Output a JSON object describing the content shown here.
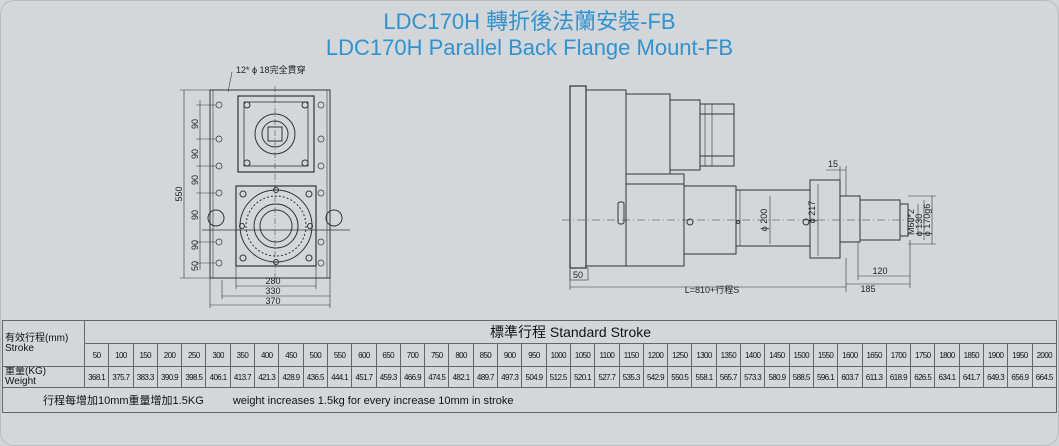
{
  "header": {
    "title_zh": "LDC170H 轉折後法蘭安裝-FB",
    "title_en": "LDC170H Parallel Back Flange Mount-FB"
  },
  "front_view": {
    "hole_note": "12* ϕ 18完全貫穿",
    "dim_vertical_total": "550",
    "dim_verticals": [
      "90",
      "90",
      "90",
      "90",
      "90",
      "50"
    ],
    "dim_horizontals": [
      "280",
      "330",
      "370"
    ]
  },
  "side_view": {
    "dim_15": "15",
    "dim_50": "50",
    "length_label": "L=810+行程S",
    "dia_200": "ϕ 200",
    "dia_217": "ϕ 217",
    "thread": "M60*2",
    "dia_130": "ϕ 130",
    "dia_170": "ϕ 170g6",
    "dim_120": "120",
    "dim_185": "185"
  },
  "table": {
    "stroke_label_zh": "有效行程(mm)",
    "stroke_label_en": "Stroke",
    "weight_label_zh": "重量(KG)",
    "weight_label_en": "Weight",
    "header": "標準行程 Standard Stroke",
    "strokes": [
      "50",
      "100",
      "150",
      "200",
      "250",
      "300",
      "350",
      "400",
      "450",
      "500",
      "550",
      "600",
      "650",
      "700",
      "750",
      "800",
      "850",
      "900",
      "950",
      "1000",
      "1050",
      "1100",
      "1150",
      "1200",
      "1250",
      "1300",
      "1350",
      "1400",
      "1450",
      "1500",
      "1550",
      "1600",
      "1650",
      "1700",
      "1750",
      "1800",
      "1850",
      "1900",
      "1950",
      "2000"
    ],
    "weights": [
      "368.1",
      "375.7",
      "383.3",
      "390.9",
      "398.5",
      "406.1",
      "413.7",
      "421.3",
      "428.9",
      "436.5",
      "444.1",
      "451.7",
      "459.3",
      "466.9",
      "474.5",
      "482.1",
      "489.7",
      "497.3",
      "504.9",
      "512.5",
      "520.1",
      "527.7",
      "535.3",
      "542.9",
      "550.5",
      "558.1",
      "565.7",
      "573.3",
      "580.9",
      "588.5",
      "596.1",
      "603.7",
      "611.3",
      "618.9",
      "626.5",
      "634.1",
      "641.7",
      "649.3",
      "656.9",
      "664.5"
    ],
    "note_zh": "行程每增加10mm重量增加1.5KG",
    "note_en": "weight increases 1.5kg for every increase 10mm in stroke"
  },
  "colors": {
    "title": "#2f93d2",
    "background": "#d4d7da",
    "line": "#333333"
  }
}
